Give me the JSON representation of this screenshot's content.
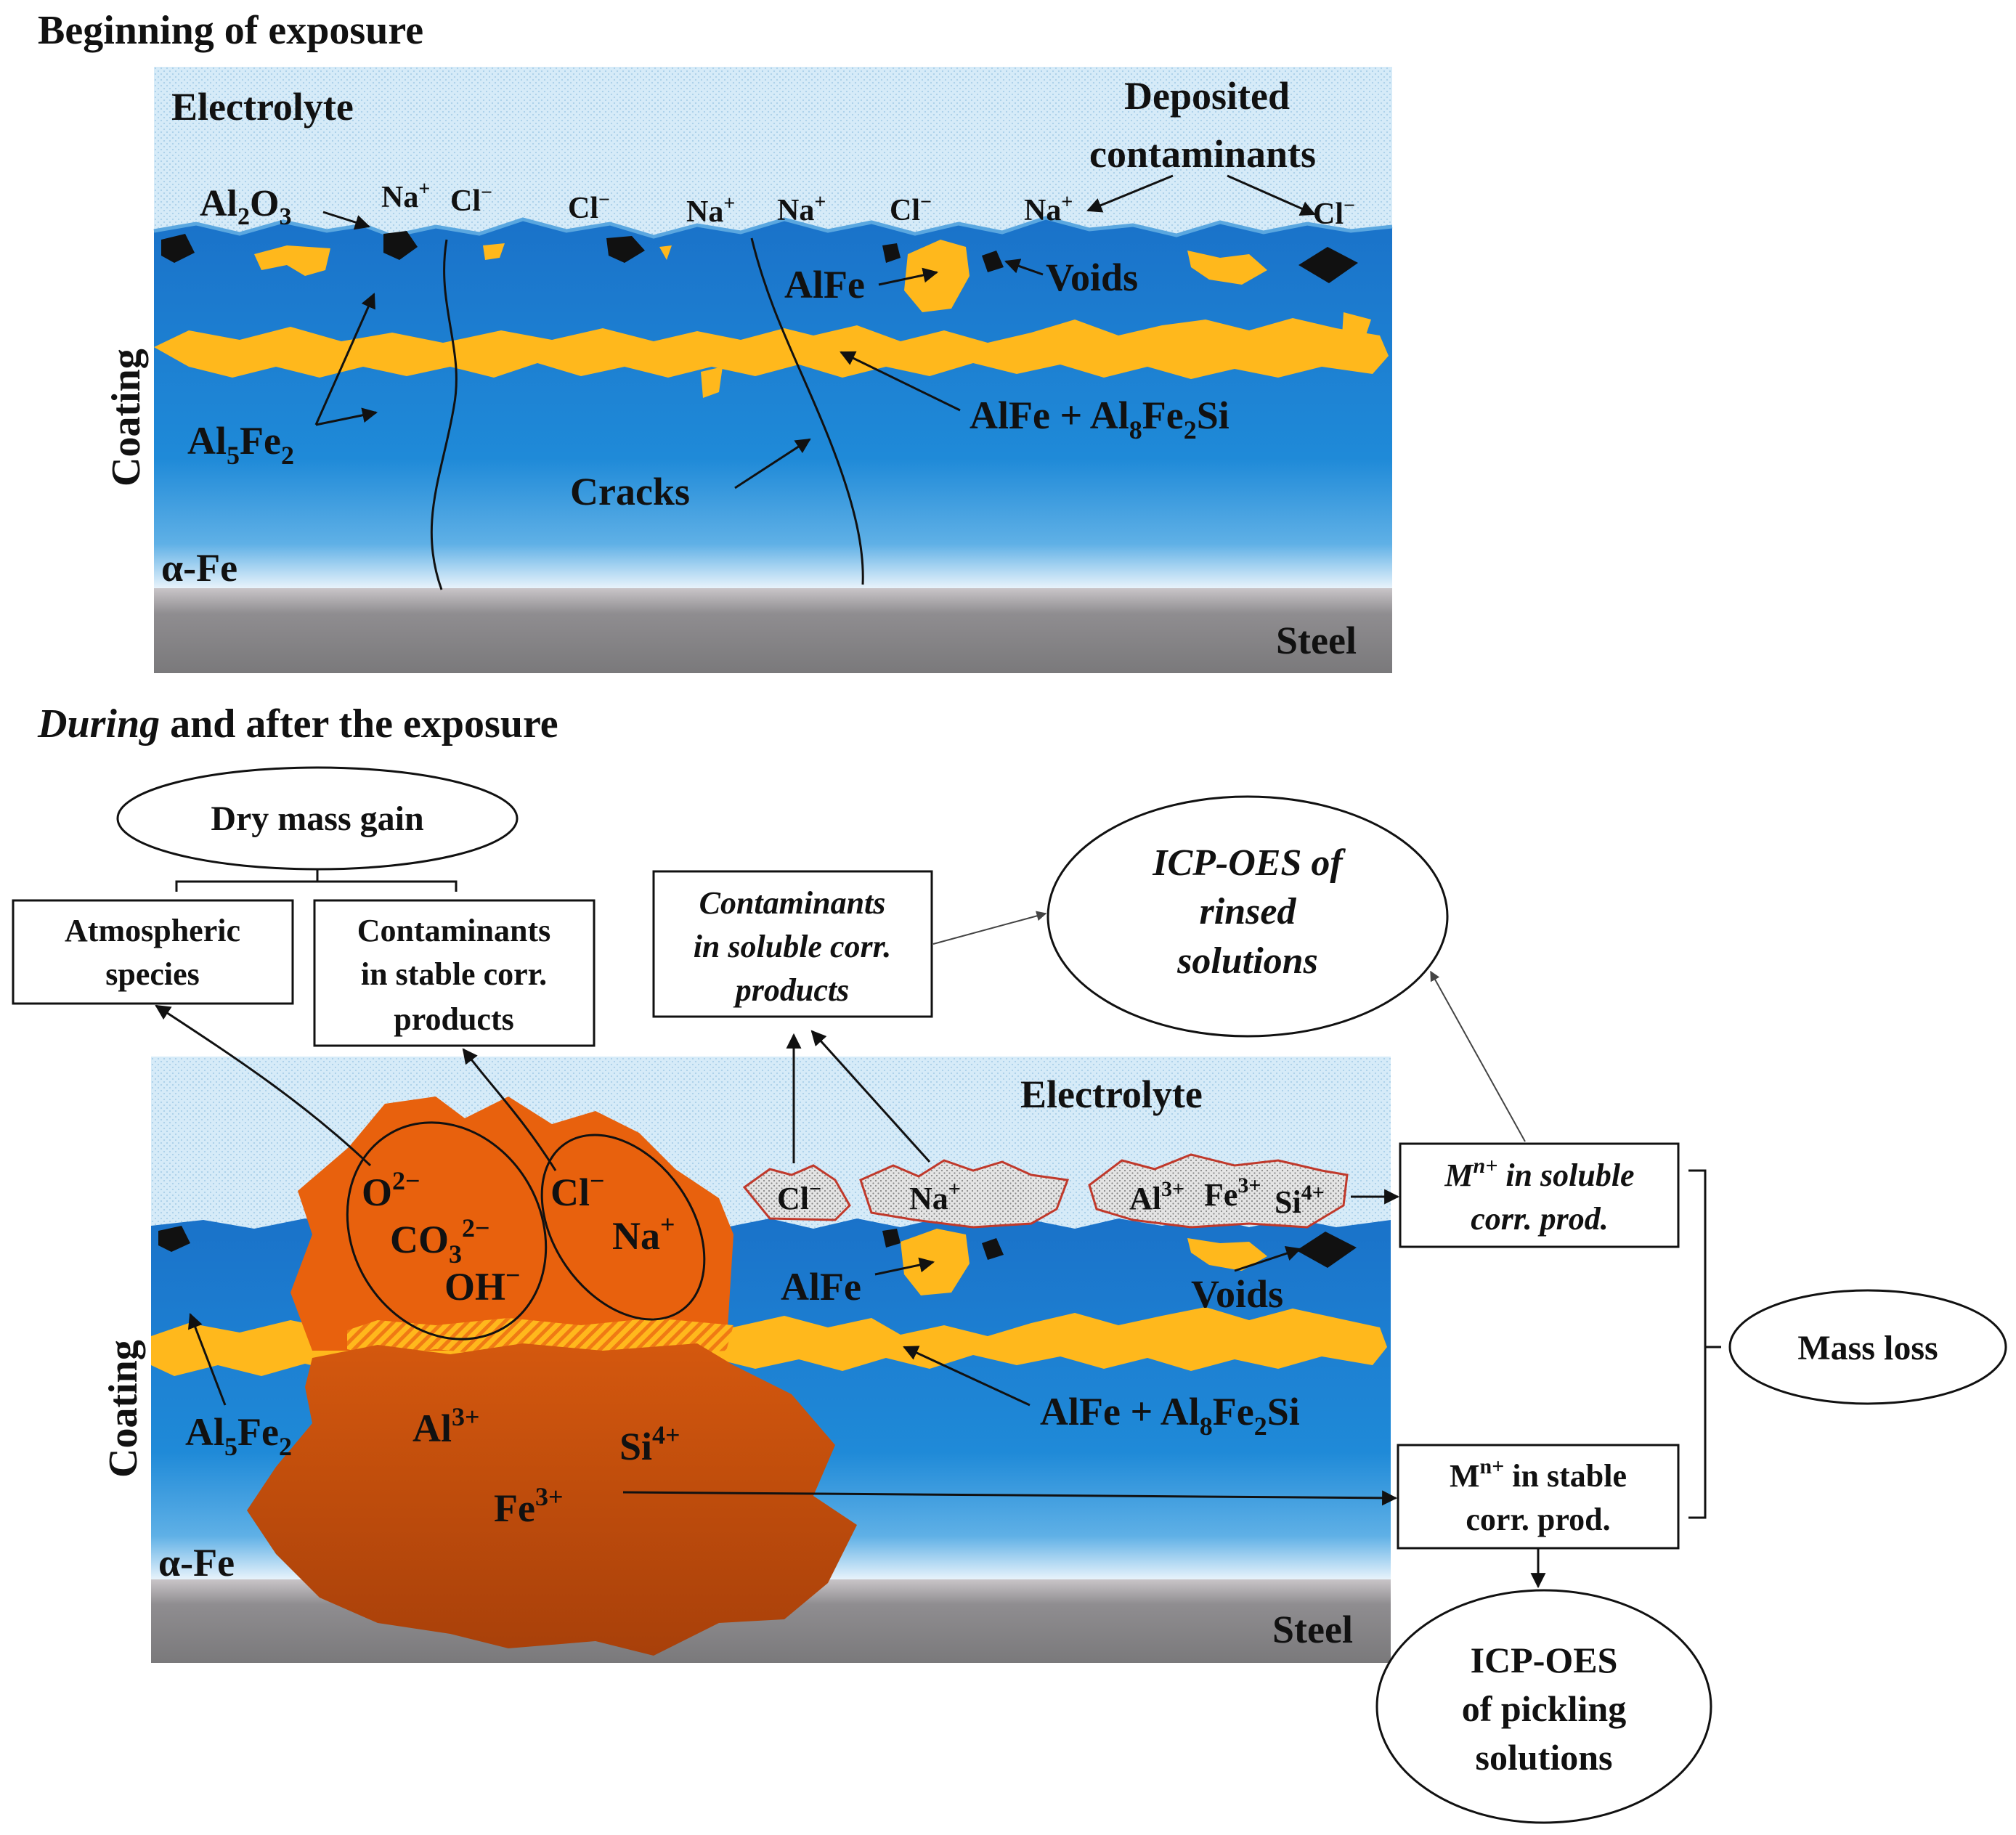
{
  "top_panel": {
    "heading": "Beginning of exposure",
    "electrolyte": "Electrolyte",
    "deposited_contaminants": [
      "Deposited",
      "contaminants"
    ],
    "oxide_label": "Al2O3",
    "ions": [
      "Na+",
      "Cl-",
      "Cl-",
      "Na+",
      "Na+",
      "Cl-",
      "Na+",
      "Cl-"
    ],
    "alfe": "AlFe",
    "voids": "Voids",
    "coating": "Coating",
    "al5fe2": "Al5Fe2",
    "alfe_al8fe2si": "AlFe + Al8Fe2Si",
    "cracks": "Cracks",
    "alpha_fe": "α-Fe",
    "steel": "Steel"
  },
  "bottom_panel": {
    "heading_italic": "During",
    "heading_rest": " and after the exposure",
    "dry_mass_gain": "Dry mass gain",
    "atmospheric_species": [
      "Atmospheric",
      "species"
    ],
    "contaminants_stable": [
      "Contaminants",
      "in stable corr.",
      "products"
    ],
    "contaminants_soluble": [
      "Contaminants",
      "in soluble corr.",
      "products"
    ],
    "icp_rinsed": [
      "ICP-OES of",
      "rinsed",
      "solutions"
    ],
    "electrolyte": "Electrolyte",
    "anions": [
      "O2−",
      "CO32−",
      "OH−"
    ],
    "contaminant_ions": [
      "Cl−",
      "Na+"
    ],
    "soluble_ions": [
      "Cl−",
      "Na+",
      "Al3+",
      "Fe3+",
      "Si4+"
    ],
    "mn_soluble": [
      "Mn+ in soluble",
      "corr. prod."
    ],
    "mn_stable": [
      "Mn+ in stable",
      "corr. prod."
    ],
    "mass_loss": "Mass loss",
    "icp_pickling": [
      "ICP-OES",
      "of pickling",
      "solutions"
    ],
    "alfe": "AlFe",
    "voids": "Voids",
    "coating": "Coating",
    "al5fe2": "Al5Fe2",
    "alfe_al8fe2si": "AlFe + Al8Fe2Si",
    "metal_ions": [
      "Al3+",
      "Si4+",
      "Fe3+"
    ],
    "alpha_fe": "α-Fe",
    "steel": "Steel"
  },
  "colors": {
    "electrolyte": "#cfe6f6",
    "coating": "#1e7fd0",
    "intermetallic": "#ffb81c",
    "steel": "#8a8a8a",
    "corrosion_outer": "#e8610d",
    "corrosion_inner": "#c9500c"
  }
}
